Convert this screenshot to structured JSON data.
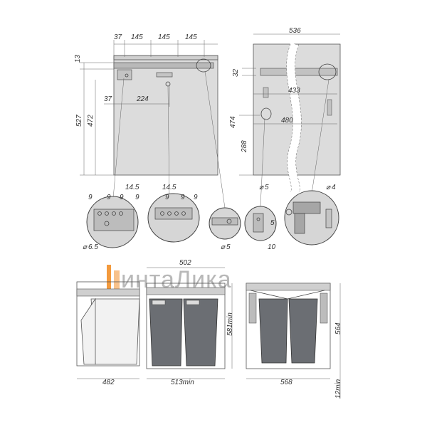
{
  "logo": {
    "text": "интаЛика",
    "accent_color": "#f39a3d",
    "text_color": "#b8b8b8"
  },
  "colors": {
    "panel": "#dcdcdc",
    "bin_dark": "#6b6e73",
    "line": "#444444"
  },
  "front_view": {
    "top_dims": [
      "37",
      "145",
      "145",
      "145"
    ],
    "left_dims": [
      "13",
      "527",
      "472"
    ],
    "inner_dims": [
      "37",
      "224"
    ]
  },
  "side_view": {
    "width": "536",
    "height_dims": [
      "32",
      "474",
      "288"
    ],
    "depth_dims": [
      "433",
      "480"
    ]
  },
  "details": {
    "d1": {
      "top": "14.5",
      "holes": [
        "9",
        "9",
        "9",
        "9"
      ],
      "dia": "6.5"
    },
    "d2": {
      "top": "14.5",
      "holes": [
        "9",
        "9",
        "9"
      ]
    },
    "d3": {
      "dia": "5"
    },
    "d4": {
      "dia": "5",
      "w": "10",
      "h": "5"
    },
    "d5": {
      "dia": "4"
    }
  },
  "bottom": {
    "left_width": "482",
    "mid_top": "502",
    "mid_bottom": "513min",
    "mid_height": "581min",
    "right_width": "568",
    "right_height": "564",
    "right_gap": "12min"
  }
}
